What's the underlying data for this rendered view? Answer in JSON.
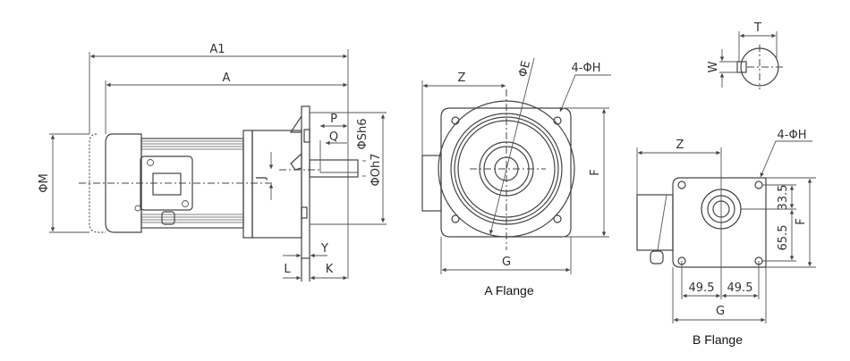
{
  "side_view": {
    "dims": {
      "A1": "A1",
      "A": "A",
      "M": "ΦM",
      "J": "J",
      "P": "P",
      "Q": "Q",
      "S": "ΦSh6",
      "O": "ΦOh7",
      "Y": "Y",
      "L": "L",
      "K": "K"
    }
  },
  "a_flange": {
    "caption": "A Flange",
    "dims": {
      "Z": "Z",
      "E": "ΦE",
      "H": "4-ΦH",
      "F": "F",
      "G": "G"
    }
  },
  "b_flange": {
    "caption": "B Flange",
    "dims": {
      "Z": "Z",
      "H": "4-ΦH",
      "d1": "33.5",
      "d2": "65.5",
      "F": "F",
      "h1": "49.5",
      "h2": "49.5",
      "G": "G"
    }
  },
  "shaft_detail": {
    "dims": {
      "T": "T",
      "W": "W"
    }
  }
}
